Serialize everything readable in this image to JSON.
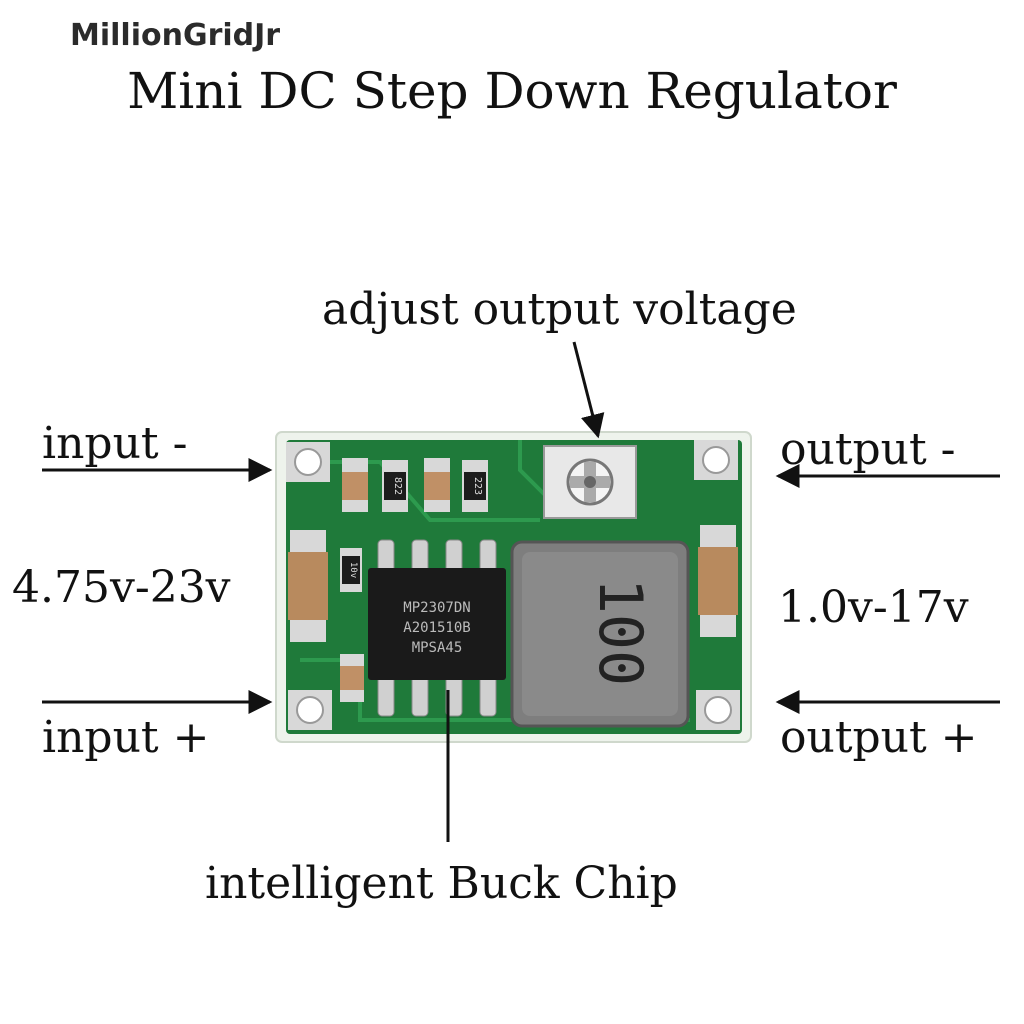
{
  "watermark": "MillionGridJr",
  "title": "Mini DC Step Down Regulator",
  "labels": {
    "adjust": "adjust output voltage",
    "input_minus": "input -",
    "input_plus": "input +",
    "input_range": "4.75v-23v",
    "output_minus": "output -",
    "output_plus": "output +",
    "output_range": "1.0v-17v",
    "chip": "intelligent Buck Chip"
  },
  "board": {
    "chip_marking": [
      "MP2307DN",
      "A201510B",
      "MPSA45"
    ],
    "resistor_codes": [
      "822",
      "223"
    ],
    "inductor_marking": "100",
    "small_cap_marking": "10v",
    "colors": {
      "pcb": "#1f7a3a",
      "pcb_edge": "#e8efe6",
      "chip": "#1a1a1a",
      "inductor": "#7e7e7e",
      "cap": "#b88a5e",
      "pad": "#d8d8d8"
    }
  }
}
